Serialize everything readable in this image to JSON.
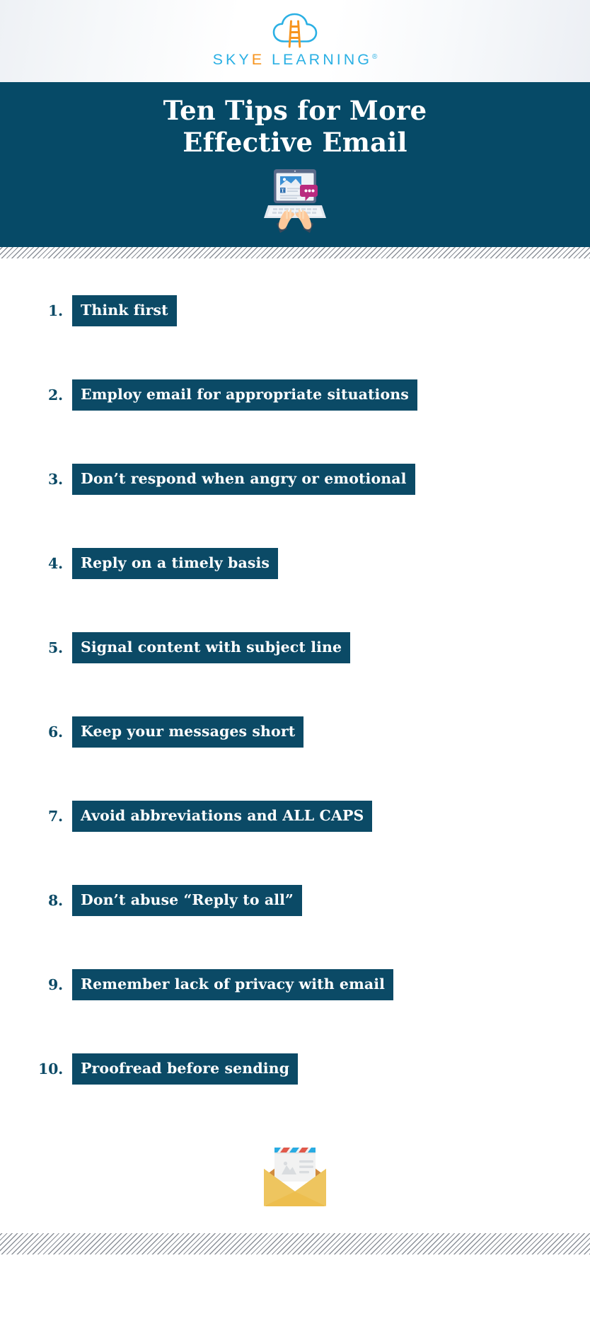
{
  "brand": {
    "logo_icon": "cloud-ladder-logo-icon",
    "wordmark_part1": "SKY",
    "wordmark_accent": "E",
    "wordmark_part2": "LEARNING",
    "wordmark_registered": "®",
    "colors": {
      "cyan": "#2bb0e4",
      "orange": "#f7941e",
      "dark_blue": "#0b4a66"
    }
  },
  "header": {
    "title_line1": "Ten Tips for More",
    "title_line2": "Effective Email",
    "illustration": "laptop-typing-hands-icon",
    "background_color": "#064a67"
  },
  "tips": {
    "items": [
      {
        "number": "1.",
        "text": "Think first"
      },
      {
        "number": "2.",
        "text": "Employ email for appropriate situations"
      },
      {
        "number": "3.",
        "text": "Don’t respond when angry or emotional"
      },
      {
        "number": "4.",
        "text": "Reply on a timely basis"
      },
      {
        "number": "5.",
        "text": "Signal content with subject line"
      },
      {
        "number": "6.",
        "text": "Keep your messages short"
      },
      {
        "number": "7.",
        "text": "Avoid abbreviations and ALL CAPS"
      },
      {
        "number": "8.",
        "text": "Don’t abuse “Reply to all”"
      },
      {
        "number": "9.",
        "text": "Remember lack of privacy with email"
      },
      {
        "number": "10.",
        "text": "Proofread before sending"
      }
    ]
  },
  "footer": {
    "illustration": "open-envelope-letter-icon"
  }
}
